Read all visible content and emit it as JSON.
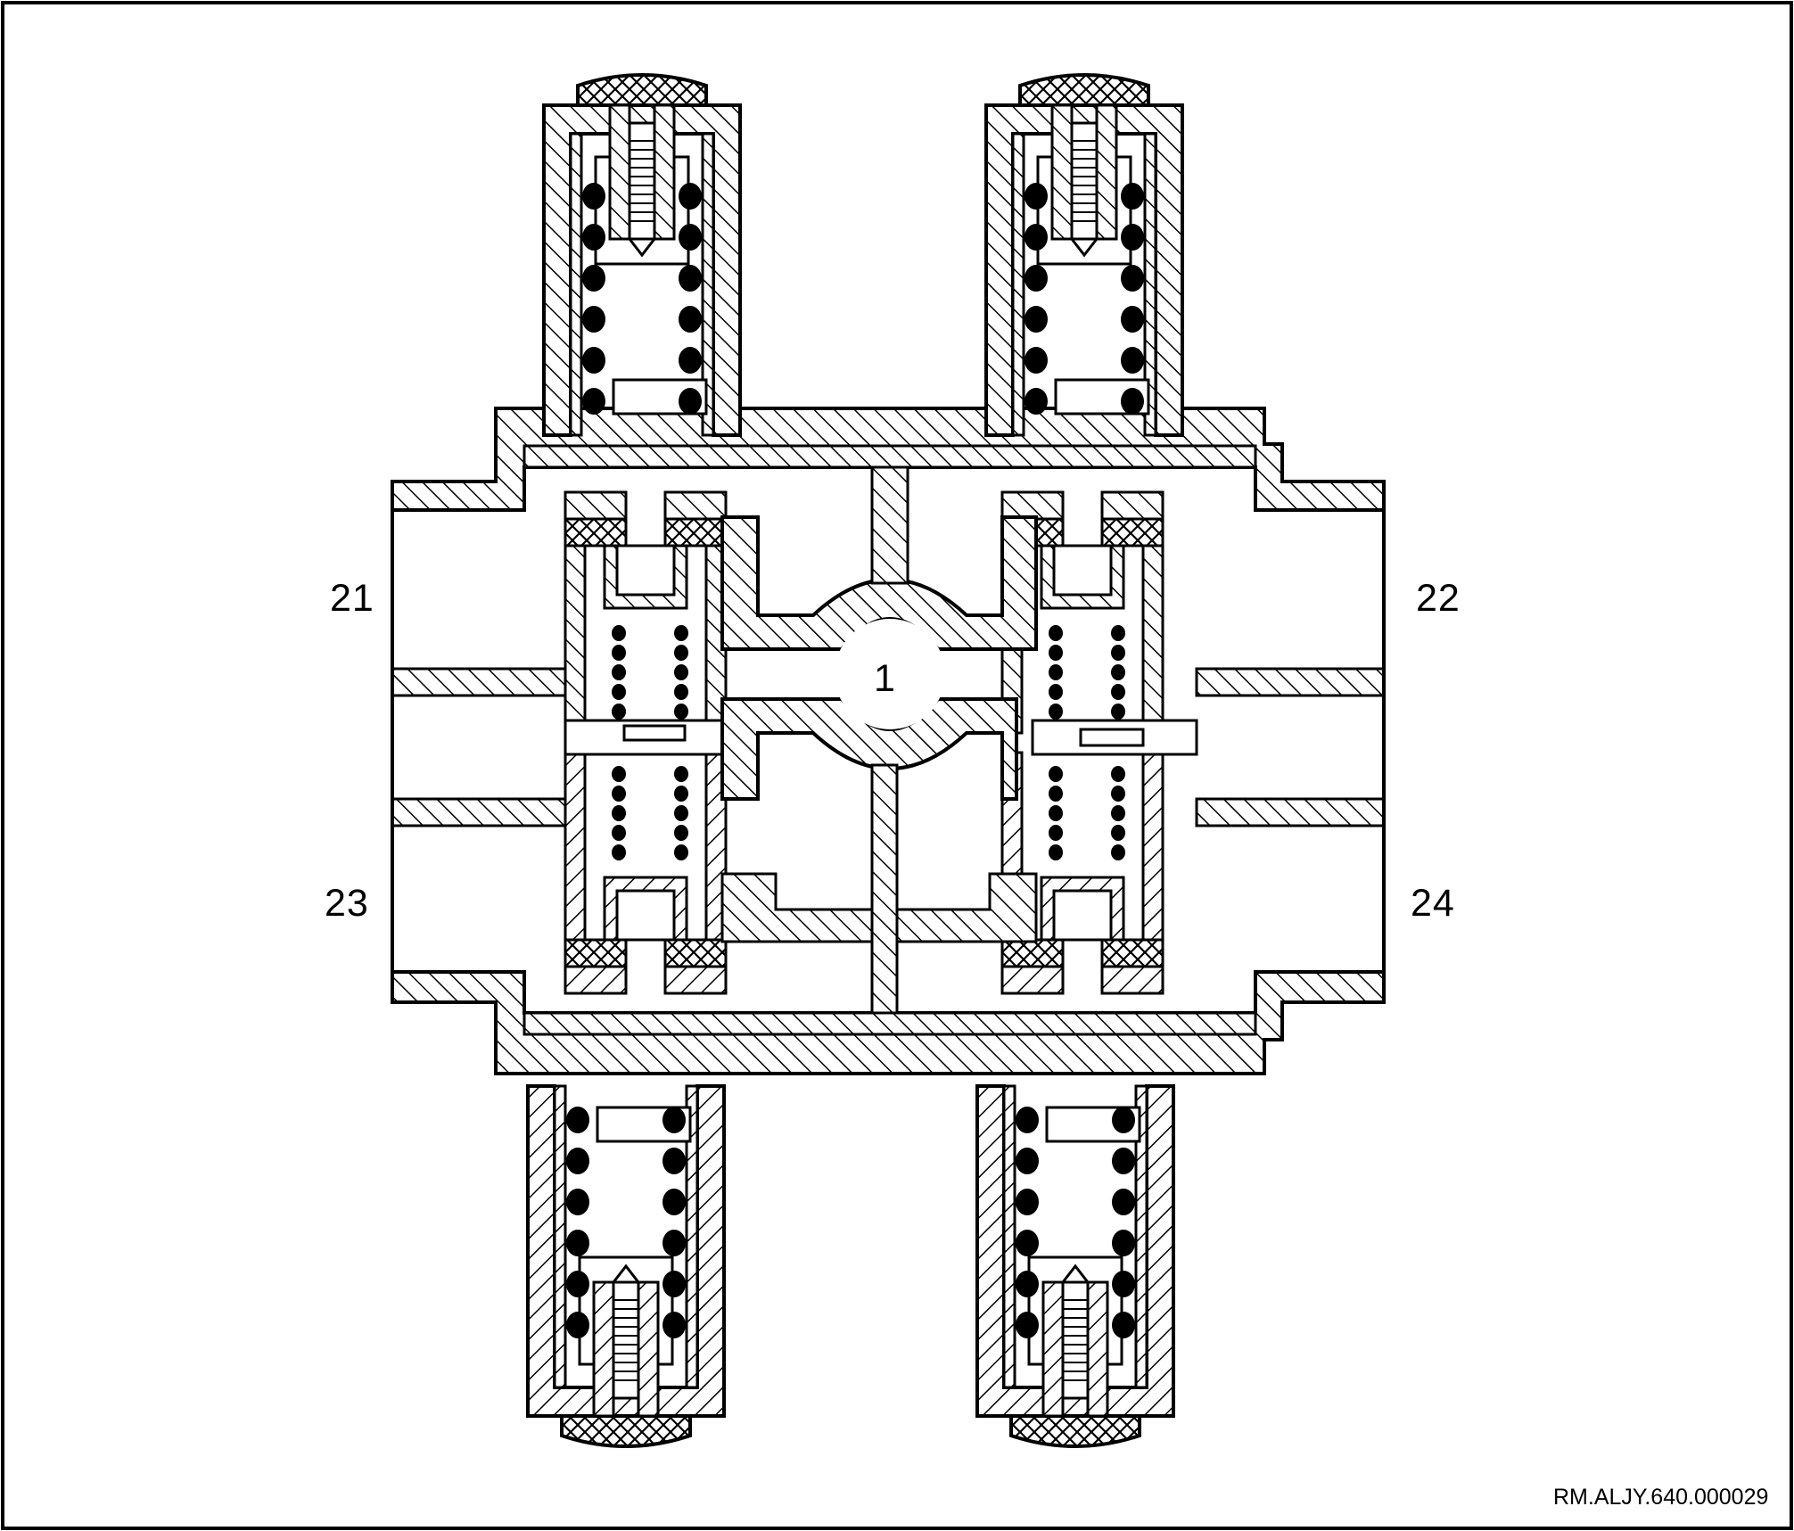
{
  "diagram": {
    "labels": {
      "center": "1",
      "port_upper_left": "21",
      "port_upper_right": "22",
      "port_lower_left": "23",
      "port_lower_right": "24"
    },
    "reference_code": "RM.ALJY.640.000029",
    "colors": {
      "ink": "#000000",
      "paper": "#ffffff"
    }
  }
}
